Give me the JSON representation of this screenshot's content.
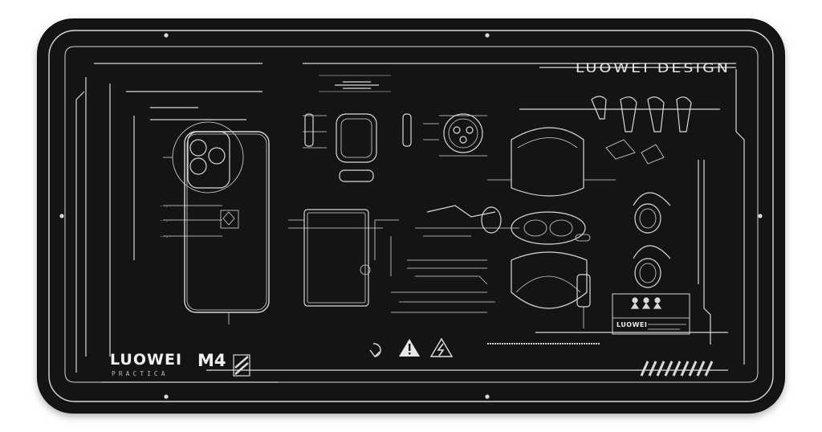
{
  "product": {
    "brand_text": "LUOWEI DESIGN",
    "logo_main": "LUOWEI",
    "logo_sub": "PRACTICA",
    "model": "M4",
    "tag_label": "LUOWEI"
  },
  "colors": {
    "mat_background": "#141414",
    "line_art": "#d9d9d9",
    "page_background": "#ffffff"
  },
  "icons": [
    "recycle-icon",
    "warning-triangle-icon",
    "electric-hazard-icon"
  ]
}
